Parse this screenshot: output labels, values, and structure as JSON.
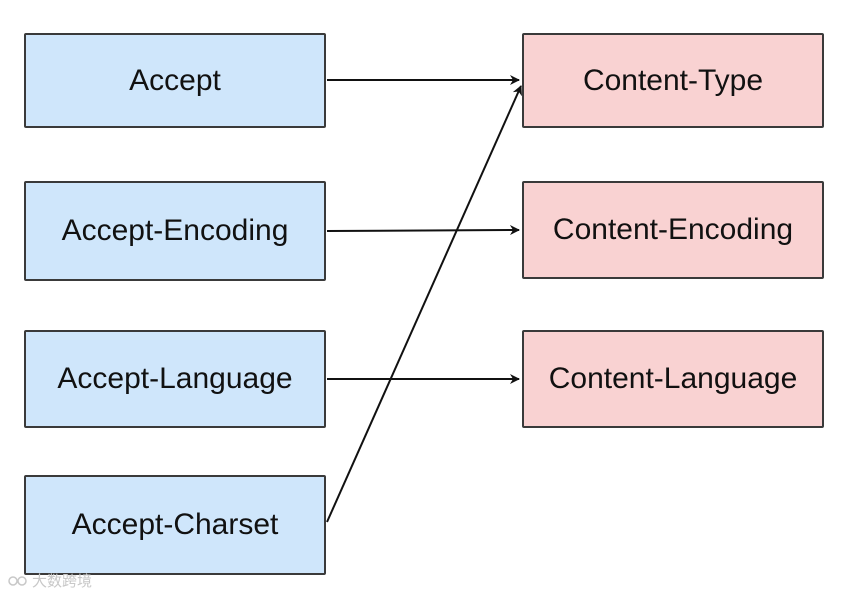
{
  "diagram": {
    "request_headers": [
      {
        "id": "accept",
        "label": "Accept"
      },
      {
        "id": "accept-encoding",
        "label": "Accept-Encoding"
      },
      {
        "id": "accept-language",
        "label": "Accept-Language"
      },
      {
        "id": "accept-charset",
        "label": "Accept-Charset"
      }
    ],
    "response_headers": [
      {
        "id": "content-type",
        "label": "Content-Type"
      },
      {
        "id": "content-encoding",
        "label": "Content-Encoding"
      },
      {
        "id": "content-language",
        "label": "Content-Language"
      }
    ],
    "edges": [
      {
        "from": "accept",
        "to": "content-type"
      },
      {
        "from": "accept-encoding",
        "to": "content-encoding"
      },
      {
        "from": "accept-language",
        "to": "content-language"
      },
      {
        "from": "accept-charset",
        "to": "content-type"
      }
    ],
    "colors": {
      "request_fill": "#cfe6fb",
      "response_fill": "#f9d2d2",
      "stroke": "#3a3a3a",
      "edge": "#111111"
    }
  },
  "watermark": {
    "text": "大数跨境"
  }
}
